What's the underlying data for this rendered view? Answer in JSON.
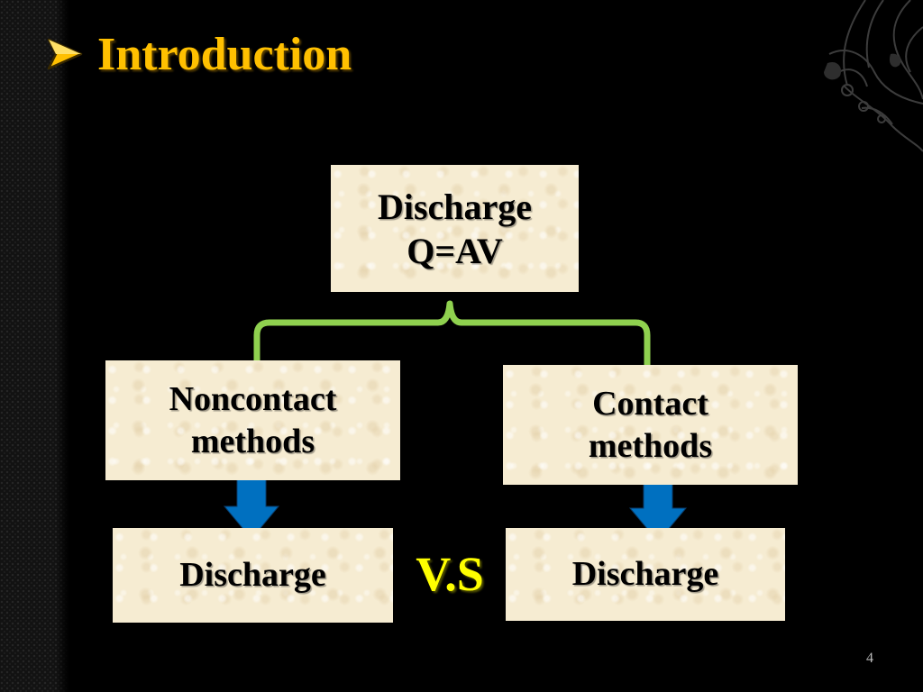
{
  "slide": {
    "title": "Introduction",
    "page_number": "4"
  },
  "diagram": {
    "root": {
      "line1": "Discharge",
      "line2": "Q=AV"
    },
    "left_branch": {
      "line1": "Noncontact",
      "line2": "methods",
      "result": "Discharge"
    },
    "right_branch": {
      "line1": "Contact",
      "line2": "methods",
      "result": "Discharge"
    },
    "comparison_label": "V.S"
  },
  "colors": {
    "background": "#000000",
    "title": "#ffc000",
    "box_fill": "#f6ecd2",
    "bracket": "#8fd14f",
    "arrow": "#0070c0",
    "vs_text": "#ffff00"
  },
  "icons": {
    "title_bullet": "arrowhead-bullet-icon",
    "ornament": "paisley-ornament-icon",
    "arrows": "down-arrow-icon"
  }
}
